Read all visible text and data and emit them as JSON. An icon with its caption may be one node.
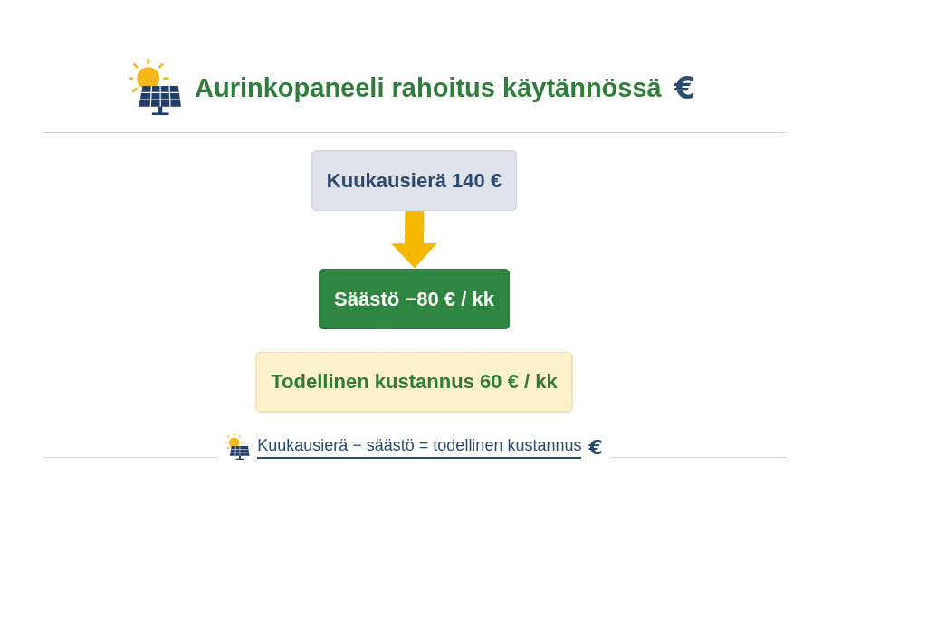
{
  "diagram": {
    "title": "Aurinkopaneeli rahoitus käytännössä",
    "nodes": [
      {
        "text": [
          "Kuukausierä 140 €"
        ]
      },
      {
        "text": [
          "Säästö −80 € / kk"
        ]
      },
      {
        "text": [
          "Todellinen kustannus 60 € / kk"
        ]
      }
    ],
    "edges": [
      {
        "from": 0,
        "to": 1,
        "arrow": "to",
        "color": "#f5b700"
      }
    ],
    "caption": "Kuukausierä − säästö = todellinen kustannus",
    "labels": [
      "€",
      "€"
    ]
  }
}
